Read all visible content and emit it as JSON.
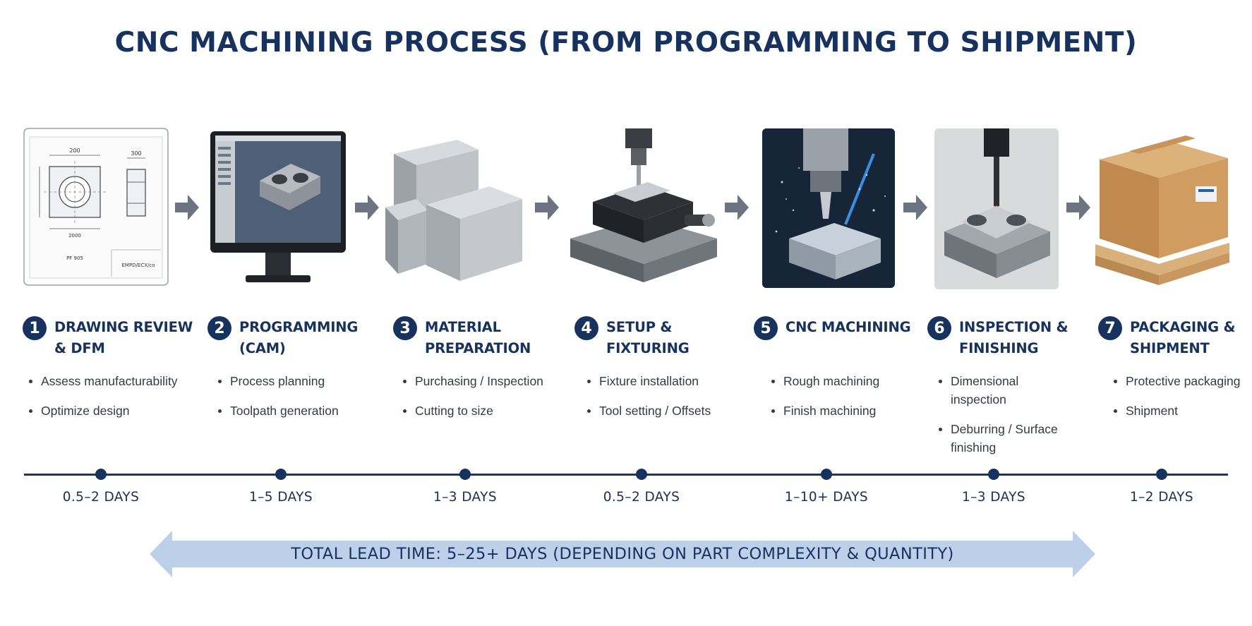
{
  "title": "CNC MACHINING PROCESS (FROM PROGRAMMING TO SHIPMENT)",
  "colors": {
    "navy": "#17325f",
    "arrow_gray": "#6b7480",
    "lead_band": "#bcd0ea",
    "box_brown": "#c9945a"
  },
  "steps": [
    {
      "number": "1",
      "title": "DRAWING REVIEW\n& DFM",
      "bullets": [
        "Assess manufacturability",
        "Optimize design"
      ],
      "duration": "0.5–2 DAYS",
      "drawing_labels": [
        "200",
        "300",
        "2000",
        "PF 905",
        "EMPD/ECX/co"
      ]
    },
    {
      "number": "2",
      "title": "PROGRAMMING\n(CAM)",
      "bullets": [
        "Process planning",
        "Toolpath generation"
      ],
      "duration": "1–5 DAYS"
    },
    {
      "number": "3",
      "title": "MATERIAL\nPREPARATION",
      "bullets": [
        "Purchasing / Inspection",
        "Cutting to size"
      ],
      "duration": "1–3 DAYS"
    },
    {
      "number": "4",
      "title": "SETUP &\nFIXTURING",
      "bullets": [
        "Fixture installation",
        "Tool setting / Offsets"
      ],
      "duration": "0.5–2 DAYS"
    },
    {
      "number": "5",
      "title": "CNC MACHINING",
      "bullets": [
        "Rough machining",
        "Finish machining"
      ],
      "duration": "1–10+ DAYS"
    },
    {
      "number": "6",
      "title": "INSPECTION &\nFINISHING",
      "bullets": [
        "Dimensional inspection",
        "Deburring / Surface finishing"
      ],
      "duration": "1–3 DAYS"
    },
    {
      "number": "7",
      "title": "PACKAGING &\nSHIPMENT",
      "bullets": [
        "Protective packaging",
        "Shipment"
      ],
      "duration": "1–2 DAYS"
    }
  ],
  "lead_time": "TOTAL LEAD TIME: 5–25+ DAYS (DEPENDING ON PART COMPLEXITY & QUANTITY)"
}
